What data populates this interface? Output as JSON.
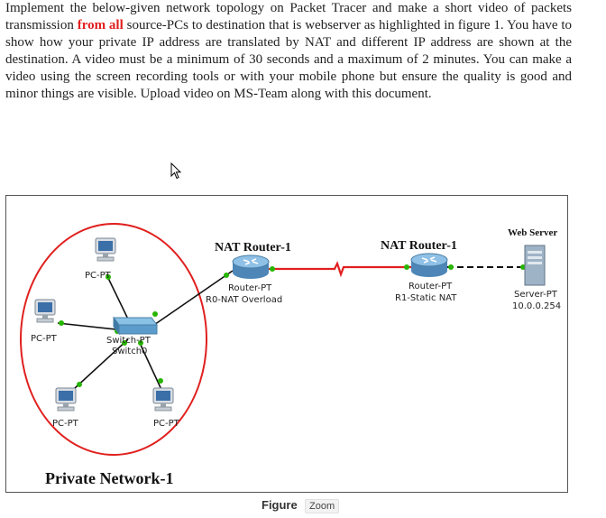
{
  "instructions": {
    "part1": "Implement the below-given network topology on Packet Tracer and make a short video of packets transmission ",
    "highlight": "from all",
    "part2": " source-PCs to destination that is webserver as highlighted in figure 1. You have to show how your private IP address are translated by NAT and different IP address are shown at the destination. A video must be a minimum of 30 seconds and a maximum of 2 minutes. You can make a video using the screen recording tools or with your mobile phone but ensure the quality is good and minor things are visible. Upload video on MS-Team along with this document."
  },
  "figure": {
    "nat_router_left_title": "NAT Router-1",
    "nat_router_right_title": "NAT Router-1",
    "web_server_title": "Web Server",
    "router_left_type": "Router-PT",
    "router_left_name": "R0-NAT Overload",
    "router_right_type": "Router-PT",
    "router_right_name": "R1-Static NAT",
    "server_type": "Server-PT",
    "server_ip": "10.0.0.254",
    "pc_top": "PC-PT",
    "pc_left": "PC-PT",
    "pc_bottom_left": "PC-PT",
    "pc_bottom_right": "PC-PT",
    "switch_type": "Switch-PT",
    "switch_name": "Switch0",
    "private_network_label": "Private Network-1",
    "colors": {
      "red_link": "#e0201f",
      "link_dot": "#27b500",
      "lan_circle": "#e0201f"
    }
  },
  "caption": {
    "label": "Figure",
    "zoom": "Zoom"
  }
}
